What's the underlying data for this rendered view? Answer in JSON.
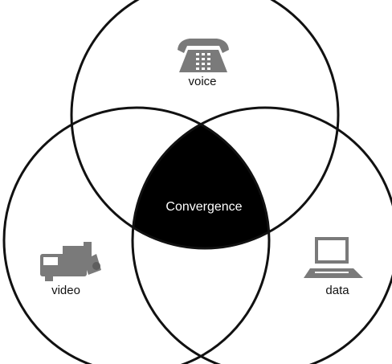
{
  "diagram": {
    "type": "venn",
    "sets": [
      {
        "id": "voice",
        "label": "voice",
        "icon": "telephone-icon"
      },
      {
        "id": "video",
        "label": "video",
        "icon": "video-camera-icon"
      },
      {
        "id": "data",
        "label": "data",
        "icon": "laptop-icon"
      }
    ],
    "intersection": {
      "label": "Convergence",
      "fill": "#000000",
      "text_color": "#ffffff"
    },
    "colors": {
      "stroke": "#111111",
      "icon": "#7a7a7a",
      "background": "#ffffff"
    }
  }
}
